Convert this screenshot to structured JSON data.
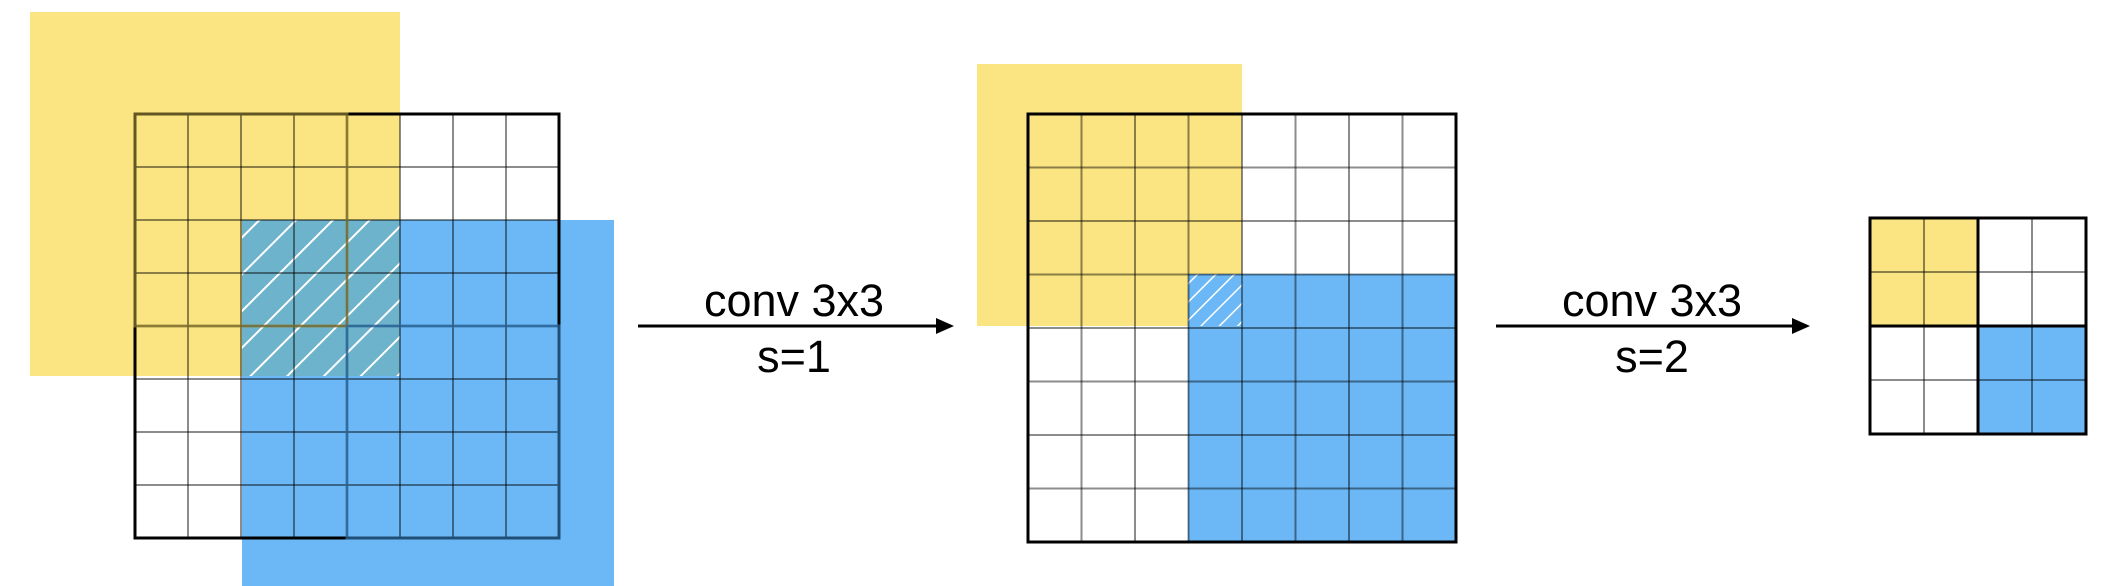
{
  "colors": {
    "yellow": "#FBE482",
    "blue": "#6CB8F6",
    "overlap": "#6DB3CC",
    "grid": "#000000",
    "arrow": "#000000",
    "hatch": "#ffffff"
  },
  "operations": [
    {
      "line1": "conv 3x3",
      "line2": "s=1"
    },
    {
      "line1": "conv 3x3",
      "line2": "s=2"
    }
  ],
  "grids": [
    {
      "name": "input",
      "rows": 8,
      "cols": 8
    },
    {
      "name": "intermediate",
      "rows": 8,
      "cols": 8
    },
    {
      "name": "output",
      "rows": 4,
      "cols": 4
    }
  ]
}
